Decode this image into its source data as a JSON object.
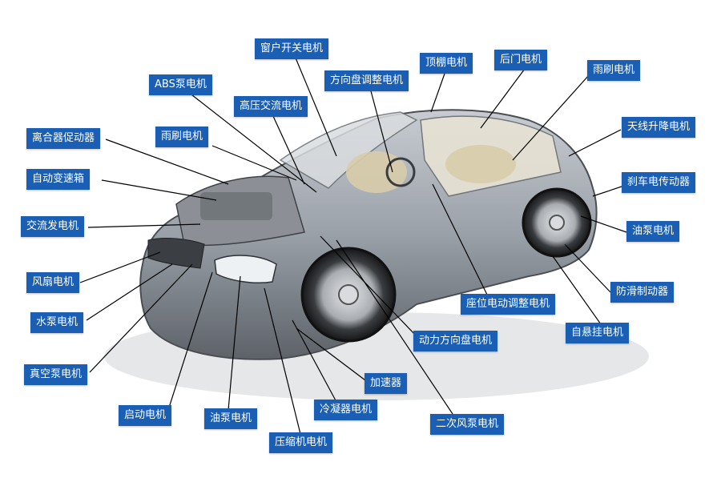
{
  "colors": {
    "label_bg": "#1a5fb4",
    "label_text": "#ffffff",
    "leader": "#000000"
  },
  "labels": {
    "window_motor": "窗户开关电机",
    "abs_pump_motor": "ABS泵电机",
    "steering_adjust_motor": "方向盘调整电机",
    "sunroof_motor": "顶棚电机",
    "rear_door_motor": "后门电机",
    "rear_wiper_motor": "雨刷电机",
    "hv_ac_motor": "高压交流电机",
    "clutch_actuator": "离合器促动器",
    "front_wiper_motor": "雨刷电机",
    "antenna_motor": "天线升降电机",
    "auto_transmission": "自动变速箱",
    "brake_actuator": "刹车电传动器",
    "alternator": "交流发电机",
    "rear_fuel_pump": "油泵电机",
    "fan_motor": "风扇电机",
    "anti_skid": "防滑制动器",
    "seat_motor": "座位电动调整电机",
    "water_pump_motor": "水泵电机",
    "suspension_motor": "自悬挂电机",
    "power_steering_motor": "动力方向盘电机",
    "vacuum_pump_motor": "真空泵电机",
    "accelerator": "加速器",
    "starter_motor": "启动电机",
    "fuel_pump_motor": "油泵电机",
    "condenser_motor": "冷凝器电机",
    "secondary_air_pump": "二次风泵电机",
    "compressor_motor": "压缩机电机"
  }
}
